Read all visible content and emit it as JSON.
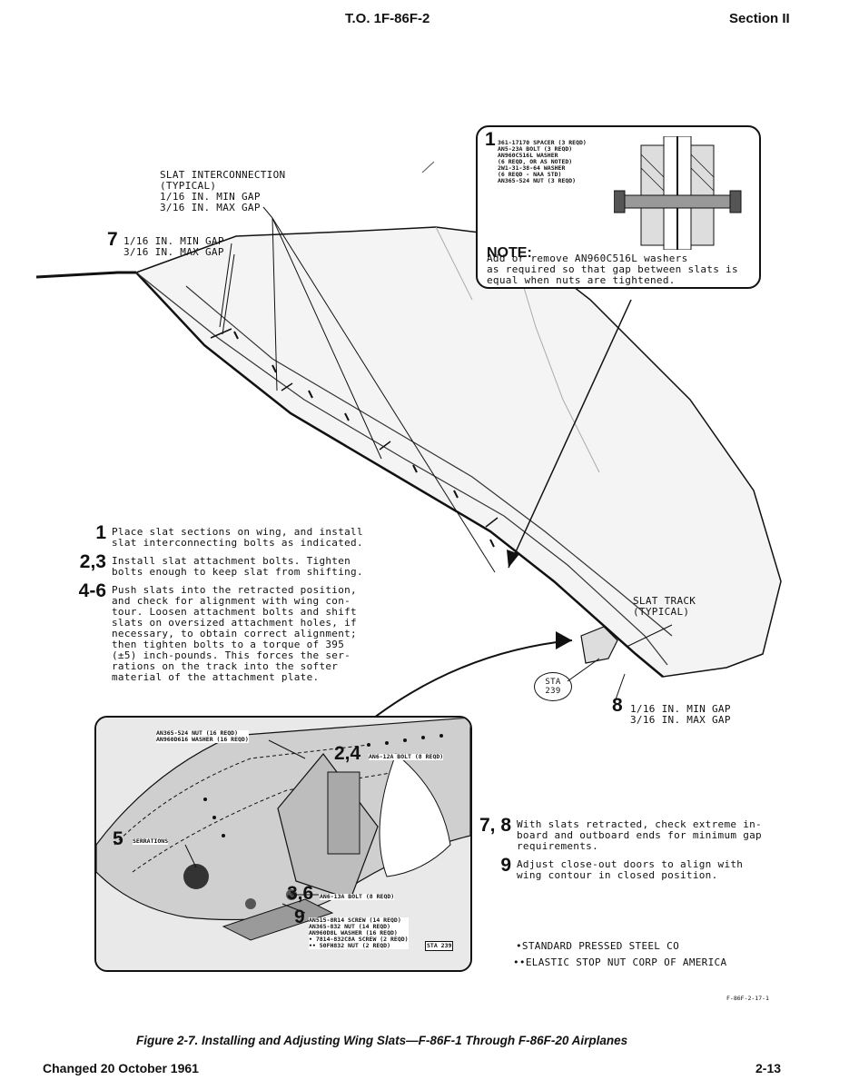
{
  "header": {
    "to_number": "T.O. 1F-86F-2",
    "section": "Section II"
  },
  "top_labels": {
    "slat_interconnection": "SLAT INTERCONNECTION\n(TYPICAL)\n1/16 IN. MIN GAP\n3/16 IN. MAX GAP",
    "callout7_num": "7",
    "callout7_text": "1/16 IN. MIN GAP\n3/16 IN. MAX GAP"
  },
  "detail1": {
    "num": "1",
    "parts": "361-17170 SPACER (3 REQD)\nAN5-23A BOLT (3 REQD)\nAN960C516L WASHER\n(6 REQD, OR AS NOTED)\n2W1-31-38-64 WASHER\n(6 REQD - NAA STD)\nAN365-524 NUT (3 REQD)",
    "note_label": "NOTE:",
    "note_text": "Add or remove AN960C516L washers\nas required so that gap between slats is\nequal when nuts are tightened."
  },
  "steps": [
    {
      "num": "1",
      "text": "Place slat sections on wing, and install\nslat interconnecting bolts as indicated."
    },
    {
      "num": "2,3",
      "text": "Install slat attachment bolts. Tighten\nbolts enough to keep slat from shifting."
    },
    {
      "num": "4-6",
      "text": "Push slats into the retracted position,\nand check for alignment with wing con-\ntour. Loosen attachment bolts and shift\nslats on oversized attachment holes, if\nnecessary, to obtain correct alignment;\nthen tighten bolts to a torque of 395\n(±5) inch-pounds. This forces the ser-\nrations on the track into the softer\nmaterial of the attachment plate."
    }
  ],
  "slat_track": "SLAT TRACK\n(TYPICAL)",
  "sta_label": "STA\n239",
  "callout8": {
    "num": "8",
    "text": "1/16 IN. MIN GAP\n3/16 IN. MAX GAP"
  },
  "detail_bottom": {
    "nut_washer": "AN365-524 NUT (16 REQD)\nAN960D616 WASHER (16 REQD)",
    "num_24": "2,4",
    "bolt_24": "AN6-12A BOLT (8 REQD)",
    "num_5": "5",
    "serrations": "SERRATIONS",
    "num_36": "3,6",
    "bolt_36": "AN6-13A BOLT (8 REQD)",
    "num_9": "9",
    "screws": "AN515-8R14 SCREW (14 REQD)\nAN365-832 NUT (14 REQD)\nAN960D8L WASHER (16 REQD)\n• 7814-832C8A SCREW (2 REQD)\n•• 50FH832 NUT (2 REQD)",
    "sta": "STA 239"
  },
  "right_steps": [
    {
      "num": "7, 8",
      "text": "With slats retracted, check extreme in-\nboard and outboard ends for minimum gap\nrequirements."
    },
    {
      "num": "9",
      "text": "Adjust close-out doors to align with\nwing contour in closed position."
    }
  ],
  "footnotes": {
    "one": "•STANDARD PRESSED STEEL CO",
    "two": "••ELASTIC STOP NUT CORP OF AMERICA"
  },
  "figure_code": "F-86F-2-17-1",
  "caption": "Figure 2-7. Installing and Adjusting Wing Slats—F-86F-1 Through F-86F-20 Airplanes",
  "footer": {
    "changed": "Changed 20 October 1961",
    "page": "2-13"
  }
}
